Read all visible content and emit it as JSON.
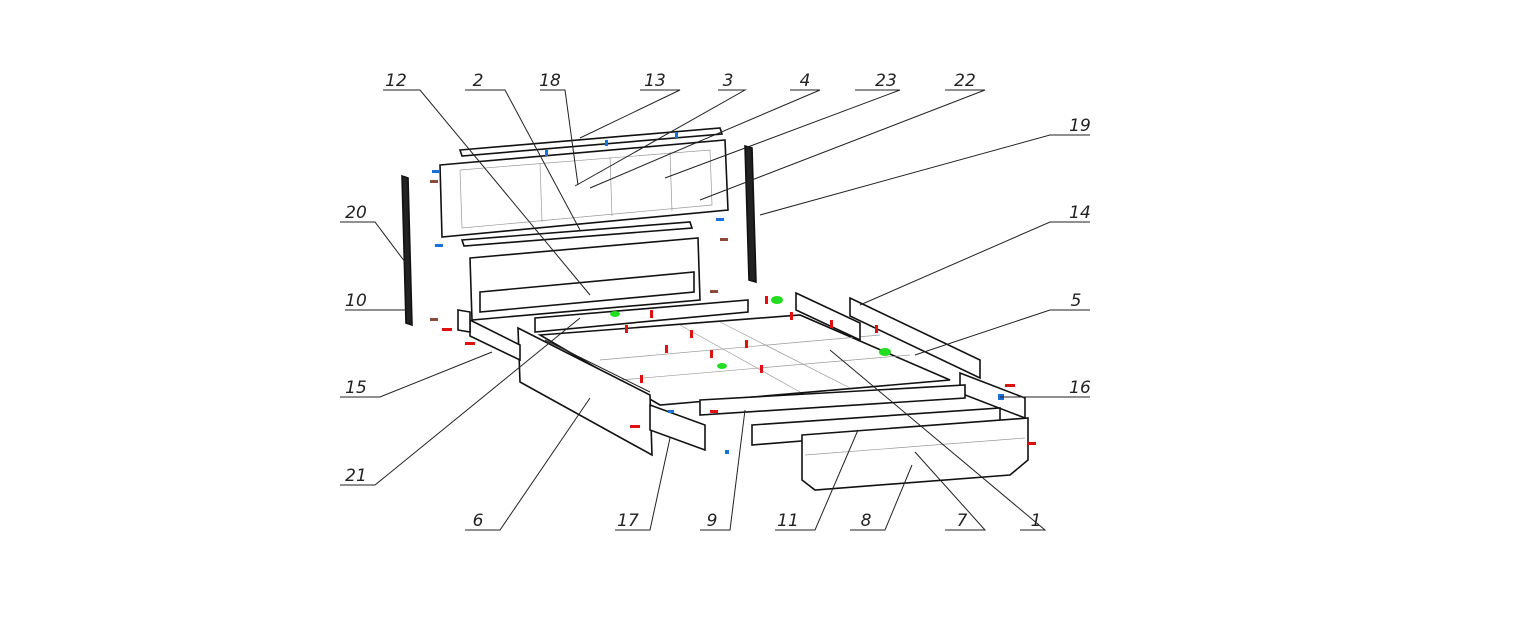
{
  "diagram": {
    "title": "Bed assembly exploded view",
    "callouts": [
      "12",
      "2",
      "18",
      "13",
      "3",
      "4",
      "23",
      "22",
      "19",
      "14",
      "5",
      "16",
      "20",
      "10",
      "15",
      "21",
      "6",
      "17",
      "9",
      "11",
      "8",
      "7",
      "1"
    ],
    "colors": {
      "line": "#222222",
      "fastener_red": "#e01010",
      "fastener_blue": "#1a6fd8",
      "fastener_green": "#22dd22",
      "fastener_brown": "#8b4a3a"
    }
  }
}
